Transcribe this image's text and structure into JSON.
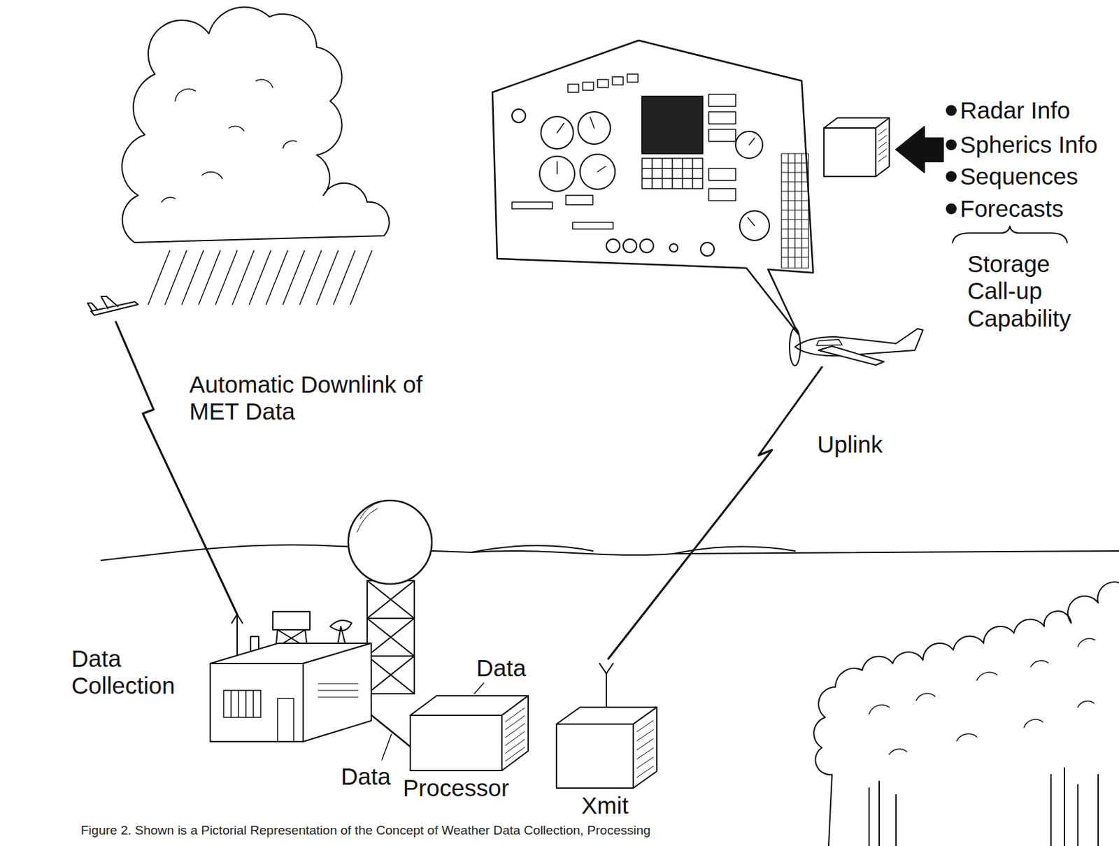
{
  "diagram": {
    "caption": "Figure 2. Shown is a Pictorial Representation of the Concept of Weather Data Collection, Processing",
    "nodes": [
      {
        "text": [
          "Data Collection"
        ]
      },
      {
        "text": [
          "Processor"
        ]
      },
      {
        "text": [
          "Xmit"
        ]
      }
    ],
    "edges": [
      {
        "from": 0,
        "to": 1,
        "label": "Data",
        "arrow": "none"
      }
    ],
    "labels": [
      "Automatic Downlink of MET Data",
      "Radar Info",
      "Spherics Info",
      "Sequences",
      "Forecasts",
      "Storage Call-up Capability",
      "Uplink",
      "Data"
    ]
  }
}
